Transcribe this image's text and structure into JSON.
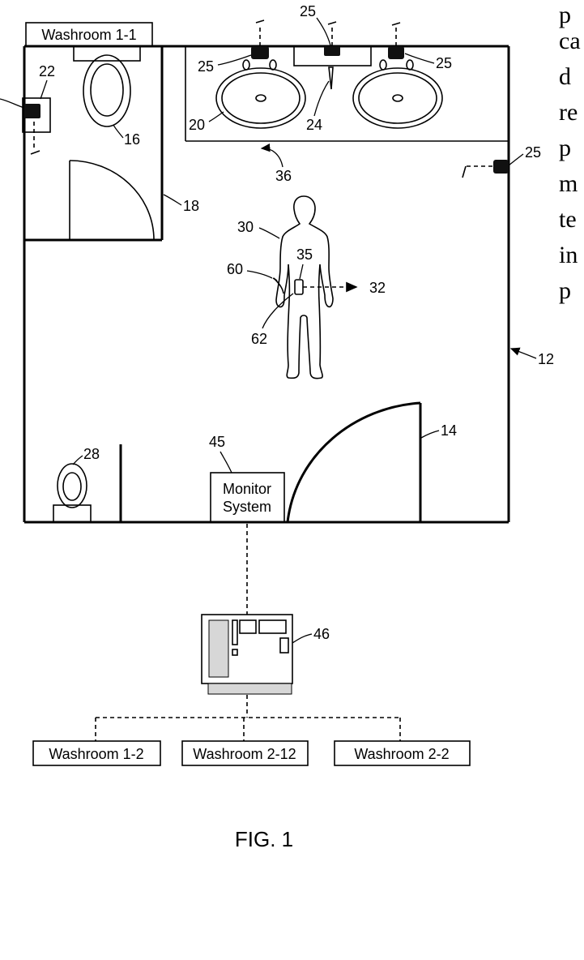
{
  "labels": {
    "washroom_1_1": "Washroom 1-1",
    "monitor_system": [
      "Monitor",
      "System"
    ],
    "washroom_1_2": "Washroom 1-2",
    "washroom_2_12": "Washroom 2-12",
    "washroom_2_2": "Washroom 2-2",
    "figure_caption": "FIG. 1"
  },
  "reference_numerals": {
    "room": "12",
    "door": "14",
    "toilet_stall": "16",
    "stall_door": "18",
    "sink": "20",
    "stall_sensor": "22",
    "faucet": "24",
    "sensor": "25",
    "urinal": "28",
    "person": "30",
    "signal": "32",
    "wearable": "35",
    "vanity": "36",
    "monitor": "45",
    "server": "46",
    "hand": "60",
    "hip": "62"
  },
  "side_text_fragments": [
    "p",
    "ca",
    "d",
    "re",
    "p",
    "m",
    "te",
    "in",
    "p"
  ]
}
